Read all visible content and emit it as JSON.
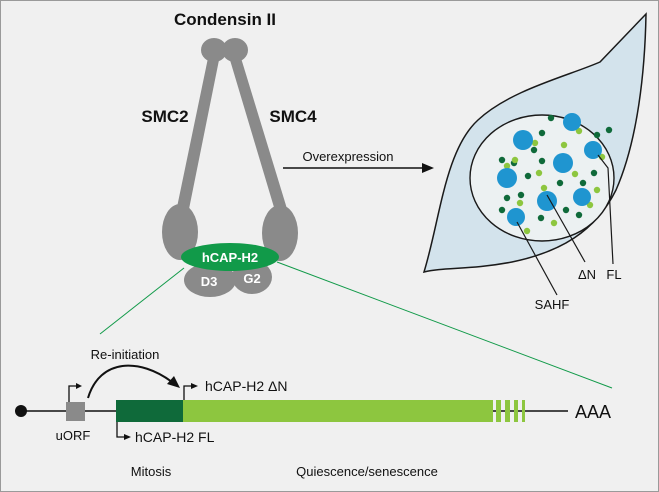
{
  "complex": {
    "title": "Condensin II",
    "arm_left": "SMC2",
    "arm_right": "SMC4",
    "subunit_main": "hCAP-H2",
    "subunit_d3": "D3",
    "subunit_g2": "G2"
  },
  "process": {
    "arrow_label": "Overexpression"
  },
  "cell": {
    "label_sahf": "SAHF",
    "label_delta_n": "ΔN",
    "label_fl": "FL"
  },
  "gene": {
    "reinitiation": "Re-initiation",
    "delta_n_product": "hCAP-H2 ΔN",
    "fl_product": "hCAP-H2 FL",
    "uorf": "uORF",
    "polya": "AAA"
  },
  "phases": {
    "left": "Mitosis",
    "right": "Quiescence/senescence"
  },
  "colors": {
    "background": "#f0f0f0",
    "smc_gray": "#8a8a8a",
    "hcap_green": "#119a49",
    "dark_green": "#0f6a3a",
    "light_green": "#8dc63f",
    "cell_blue": "#d3e3ec",
    "nucleus": "#ecf1f2",
    "foci_blue": "#1f95d0"
  }
}
